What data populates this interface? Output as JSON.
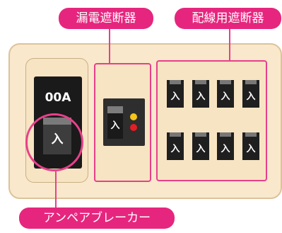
{
  "labels": {
    "earth_leakage_breaker": "漏電遮断器",
    "wiring_breaker": "配線用遮断器",
    "ampere_breaker": "アンペアブレーカー"
  },
  "ampere_breaker": {
    "rating": "00A",
    "switch": "入"
  },
  "earth_leakage": {
    "switch": "入"
  },
  "wiring_breakers": [
    "入",
    "入",
    "入",
    "入",
    "入",
    "入",
    "入",
    "入"
  ],
  "colors": {
    "accent": "#e6267e",
    "panel": "#f9e8cc",
    "breaker": "#1f1f1f"
  }
}
